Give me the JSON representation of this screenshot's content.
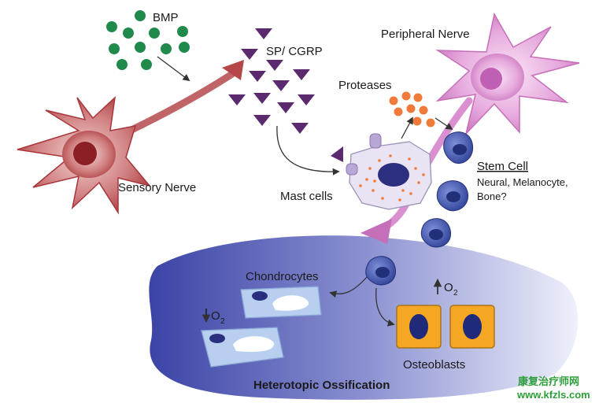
{
  "labels": {
    "bmp": "BMP",
    "sp_cgrp": "SP/ CGRP",
    "peripheral_nerve": "Peripheral Nerve",
    "proteases": "Proteases",
    "sensory_nerve": "Sensory Nerve",
    "mast_cells": "Mast cells",
    "stem_cell": "Stem Cell",
    "stem_cell_types_line1": "Neural, Melanocyte,",
    "stem_cell_types_line2": "Bone?",
    "chondrocytes": "Chondrocytes",
    "o2_low": "O",
    "o2_low_sub": "2",
    "o2_high": "O",
    "o2_high_sub": "2",
    "osteoblasts": "Osteoblasts",
    "heterotopic_ossification": "Heterotopic Ossification"
  },
  "watermark": {
    "line1": "康复治疗师网",
    "line2": "www.kfzls.com"
  },
  "colors": {
    "sensory_nerve": "#b5474a",
    "peripheral_nerve": "#d98fd0",
    "bmp_dot": "#1f8a4a",
    "sp_cgrp_triangle": "#5b2a6e",
    "protease_dot": "#f07a3a",
    "stem_cell": "#3a52a8",
    "osteoblast": "#f5a623",
    "ossification_region": "#4a55b0",
    "watermark": "#2e9e3a"
  }
}
